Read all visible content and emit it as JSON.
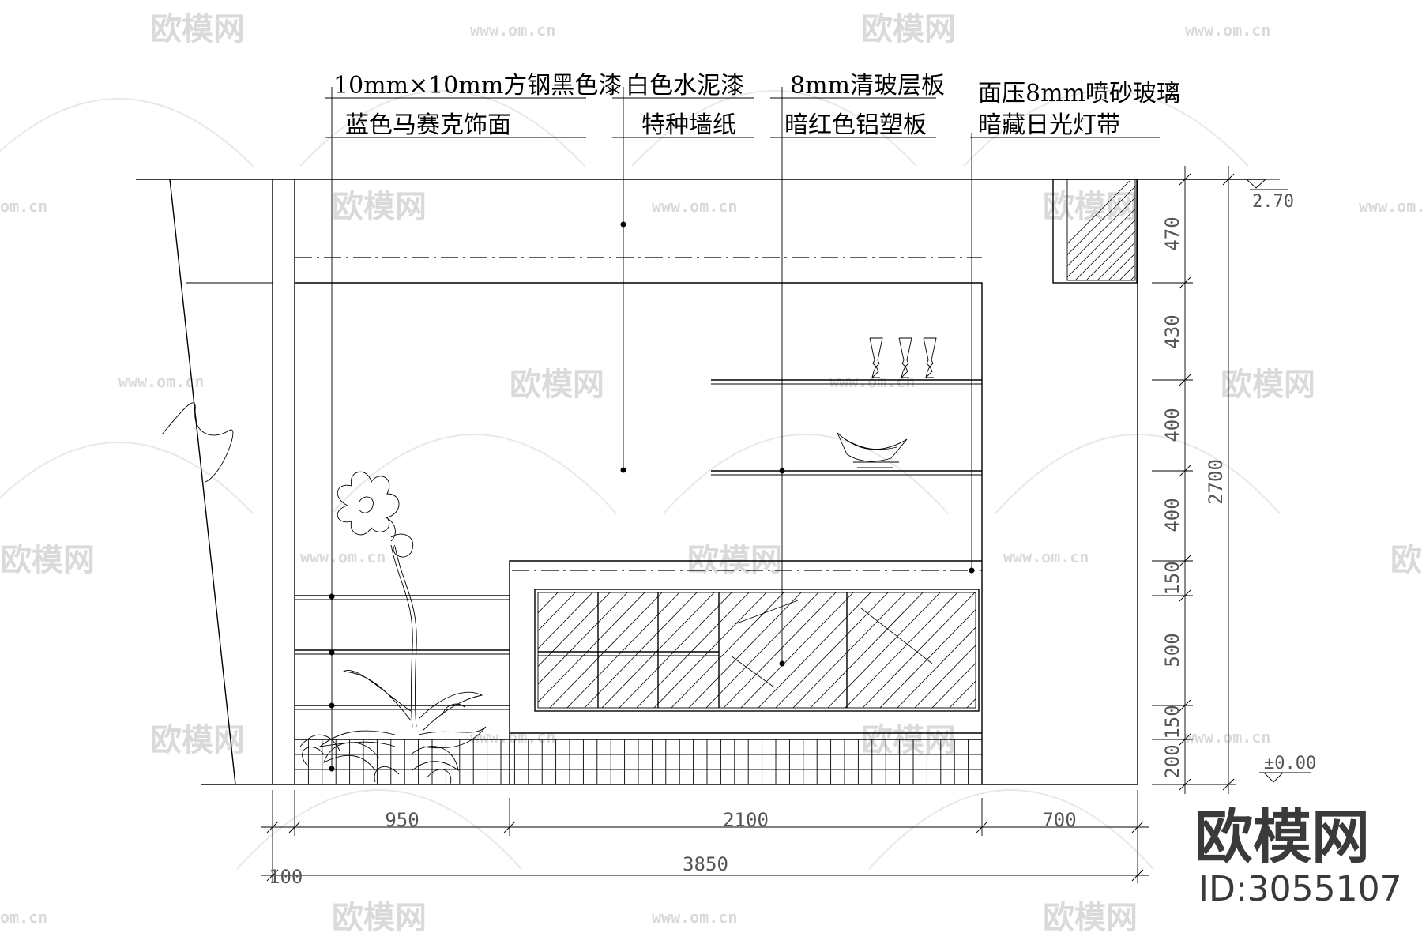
{
  "annotations": {
    "col1": {
      "line1": "10mm×10mm方钢黑色漆",
      "line2": "蓝色马赛克饰面"
    },
    "col2": {
      "line1": "白色水泥漆",
      "line2": "特种墙纸"
    },
    "col3": {
      "line1": "8mm清玻层板",
      "line2": "暗红色铝塑板"
    },
    "col4": {
      "line1": "面压8mm喷砂玻璃",
      "line2": "暗藏日光灯带"
    }
  },
  "levels": {
    "top": "2.70",
    "bottom": "±0.00"
  },
  "vertical_dims": {
    "segments": [
      "470",
      "430",
      "400",
      "400",
      "150",
      "500",
      "150",
      "200"
    ],
    "total": "2700"
  },
  "horizontal_dims": {
    "segments": [
      "950",
      "2100",
      "700"
    ],
    "left_offset": "100",
    "total": "3850"
  },
  "watermark": {
    "brand": "欧模网",
    "url": "www.om.cn",
    "url_short": "om.cn"
  },
  "brand_badge": {
    "name": "欧模网",
    "id": "ID:3055107"
  }
}
